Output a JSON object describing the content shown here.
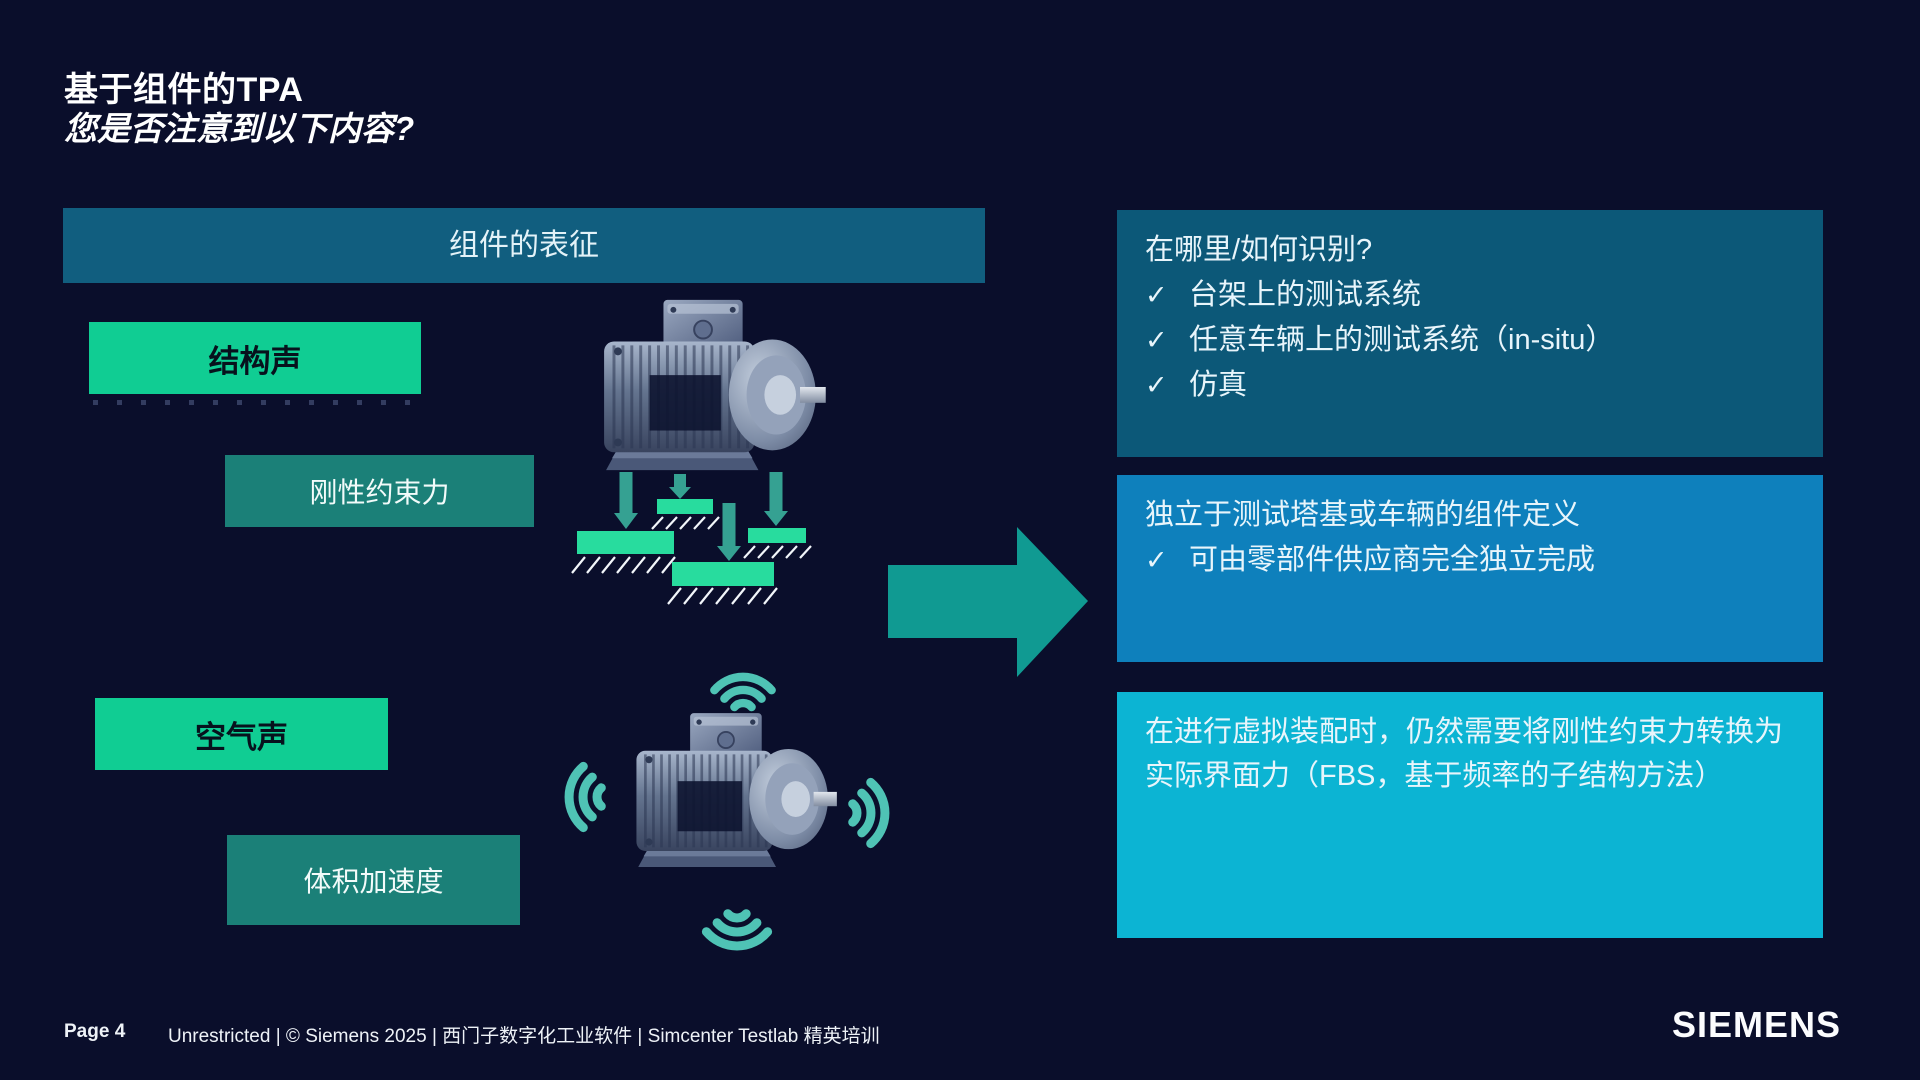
{
  "slide": {
    "title": "基于组件的TPA",
    "subtitle": "您是否注意到以下内容?",
    "component_header": "组件的表征",
    "structure_sound": {
      "label": "结构声",
      "force_label": "刚性约束力"
    },
    "airborne_sound": {
      "label": "空气声",
      "accel_label": "体积加速度"
    },
    "check_glyph": "✓",
    "right_panels": [
      {
        "title": "在哪里/如何识别?",
        "checks": [
          "台架上的测试系统",
          "任意车辆上的测试系统（in-situ）",
          "仿真"
        ]
      },
      {
        "title": "独立于测试塔基或车辆的组件定义",
        "checks": [
          "可由零部件供应商完全独立完成"
        ]
      },
      {
        "title": "在进行虚拟装配时，仍然需要将刚性约束力转换为实际界面力（FBS，基于频率的子结构方法）",
        "checks": []
      }
    ],
    "footer": {
      "page_label": "Page 4",
      "text": "Unrestricted | © Siemens 2025 | 西门子数字化工业软件 | Simcenter Testlab 精英培训",
      "logo": "SIEMENS"
    },
    "icons": {
      "check": "check-mark",
      "big_arrow": "right-arrow",
      "force_arrows": "down-force-arrows",
      "ground": "ground-support-block",
      "waves": "sound-wave-arcs"
    },
    "colors": {
      "background": "#0a0e2b",
      "header_bar": "#115e7f",
      "bright_green": "#10cd93",
      "teal_label": "#1b8078",
      "force_arrow": "#35a192",
      "support_block": "#28dc9e",
      "big_arrow": "#109a92",
      "sound_wave": "#4fc3b5",
      "panel_top": "#0c5878",
      "panel_middle": "#0e80bc",
      "panel_bottom": "#0cb4d3"
    }
  }
}
